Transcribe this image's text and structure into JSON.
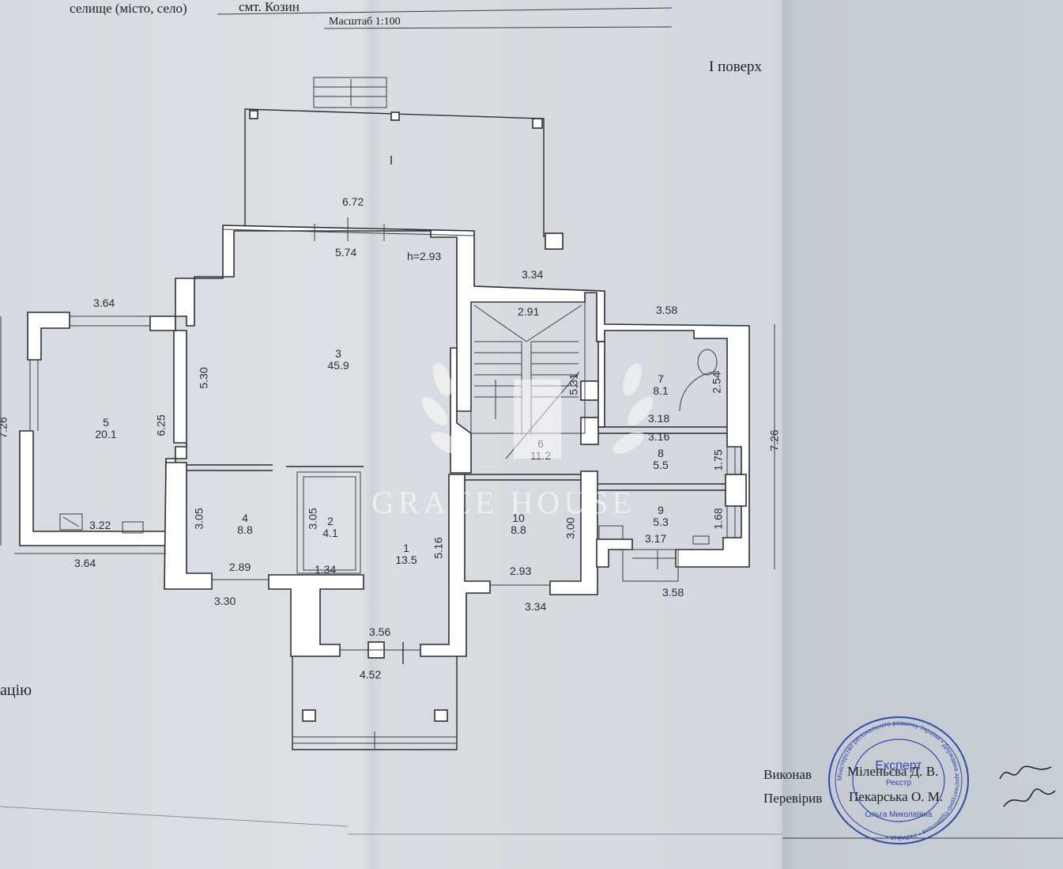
{
  "header": {
    "settlement_label": "селище (місто, село)",
    "settlement_value": "смт. Козин",
    "scale": "Масштаб 1:100",
    "floor": "I поверх"
  },
  "plan": {
    "ceiling_height": "h=2.93",
    "porch_label": "I",
    "rooms": [
      {
        "num": "1",
        "area": "13.5"
      },
      {
        "num": "2",
        "area": "4.1"
      },
      {
        "num": "3",
        "area": "45.9"
      },
      {
        "num": "4",
        "area": "8.8"
      },
      {
        "num": "5",
        "area": "20.1"
      },
      {
        "num": "6",
        "area": "11.2"
      },
      {
        "num": "7",
        "area": "8.1"
      },
      {
        "num": "8",
        "area": "5.5"
      },
      {
        "num": "9",
        "area": "5.3"
      },
      {
        "num": "10",
        "area": "8.8"
      }
    ],
    "dimensions": {
      "d_672": "6.72",
      "d_574": "5.74",
      "d_334_top": "3.34",
      "d_364_top": "3.64",
      "d_291": "2.91",
      "d_358_top": "3.58",
      "d_530": "5.30",
      "d_625": "6.25",
      "d_726_left": "7.26",
      "d_531": "5.31",
      "d_254": "2.54",
      "d_318": "3.18",
      "d_316": "3.16",
      "d_726_right": "7.26",
      "d_175": "1.75",
      "d_305_a": "3.05",
      "d_305_b": "3.05",
      "d_322": "3.22",
      "d_364_bottom": "3.64",
      "d_289": "2.89",
      "d_134": "1.34",
      "d_516": "5.16",
      "d_300": "3.00",
      "d_168": "1.68",
      "d_317": "3.17",
      "d_293": "2.93",
      "d_330": "3.30",
      "d_334_bottom": "3.34",
      "d_358_bottom": "3.58",
      "d_356": "3.56",
      "d_452": "4.52"
    }
  },
  "left_fragment": "ацію",
  "watermark": "GRACE HOUSE",
  "signatures": {
    "executed_label": "Виконав",
    "executed_name": "Міленьєва Д. В.",
    "checked_label": "Перевірив",
    "checked_name": "Пекарська О. М."
  },
  "stamp": {
    "ring_text": "Міністерство регіонального розвитку України • Державна архітектурно-будівельна • УКРАЇНА •",
    "center_top": "Експерт",
    "center_mid": "Реєстр",
    "center_bottom": "Ольга Миколаївна"
  }
}
